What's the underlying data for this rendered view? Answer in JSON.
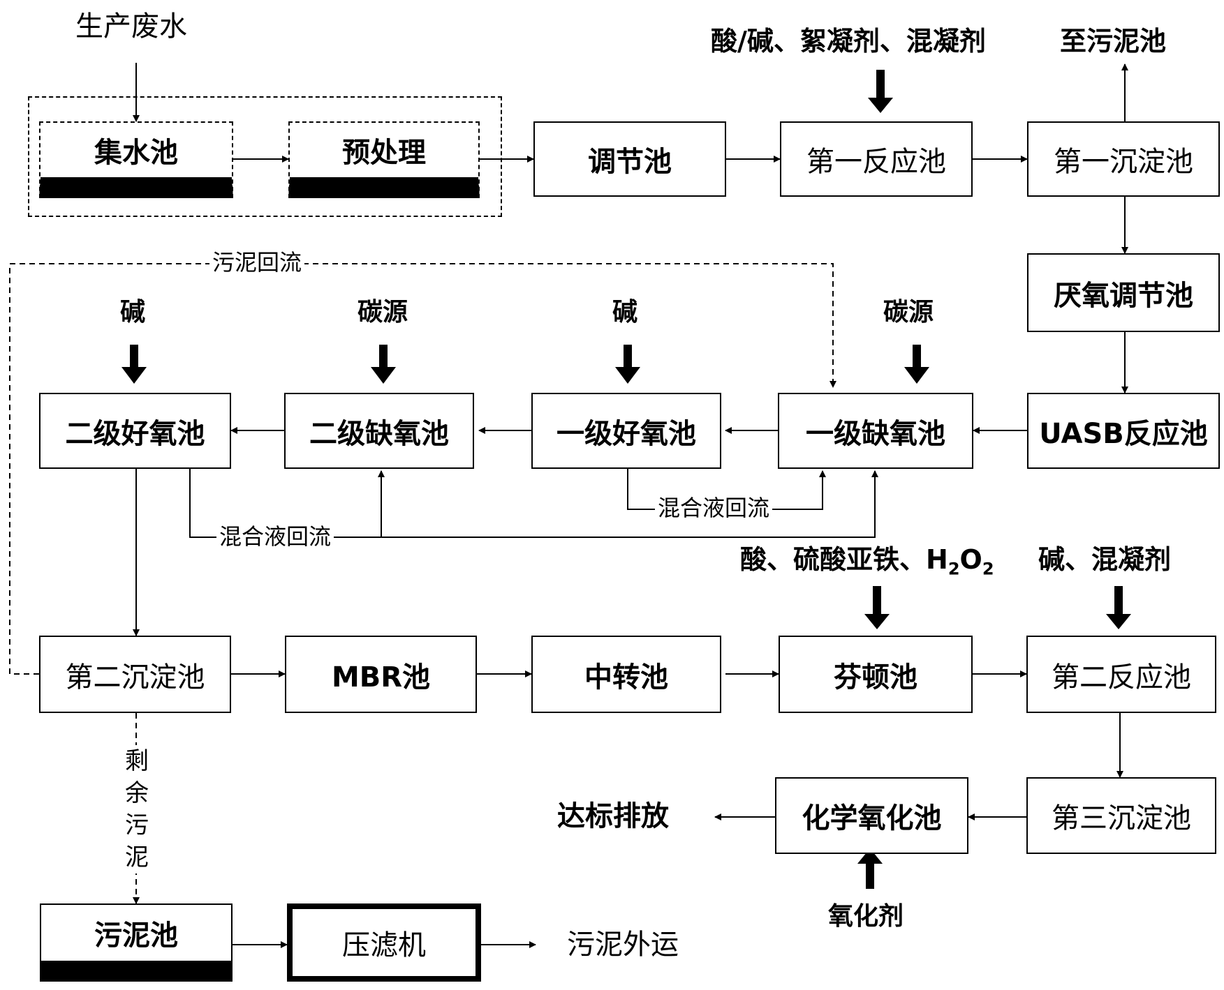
{
  "source_label": "生产废水",
  "pretreatment_group": {
    "collection_pool": "集水池",
    "pretreatment": "预处理"
  },
  "top_row": {
    "regulation_pool": "调节池",
    "first_reaction_pool": "第一反应池",
    "first_sedimentation_pool": "第一沉淀池",
    "reagents_label": "酸/碱、絮凝剂、混凝剂",
    "to_sludge_label": "至污泥池"
  },
  "anaerobic": {
    "anaerobic_regulation_pool": "厌氧调节池",
    "uasb_reactor": "UASB反应池"
  },
  "middle_row": {
    "sludge_return": "污泥回流",
    "dose_alkali_1": "碱",
    "dose_carbon_1": "碳源",
    "dose_alkali_2": "碱",
    "dose_carbon_2": "碳源",
    "secondary_aerobic": "二级好氧池",
    "secondary_anoxic": "二级缺氧池",
    "primary_aerobic": "一级好氧池",
    "primary_anoxic": "一级缺氧池",
    "mixed_return_1": "混合液回流",
    "mixed_return_2": "混合液回流"
  },
  "lower_row": {
    "second_sedimentation_pool": "第二沉淀池",
    "mbr_pool": "MBR池",
    "transfer_pool": "中转池",
    "fenton_pool": "芬顿池",
    "second_reaction_pool": "第二反应池",
    "fenton_reagents_prefix": "酸、硫酸亚铁、H",
    "fenton_reagents_sub1": "2",
    "fenton_reagents_o": "O",
    "fenton_reagents_sub2": "2",
    "reaction2_reagents": "碱、混凝剂"
  },
  "bottom": {
    "third_sedimentation_pool": "第三沉淀池",
    "chemical_oxidation_pool": "化学氧化池",
    "oxidant": "氧化剂",
    "discharge": "达标排放",
    "excess_sludge": [
      "剩",
      "余",
      "污",
      "泥"
    ],
    "sludge_pool": "污泥池",
    "filter_press": "压滤机",
    "sludge_outbound": "污泥外运"
  }
}
